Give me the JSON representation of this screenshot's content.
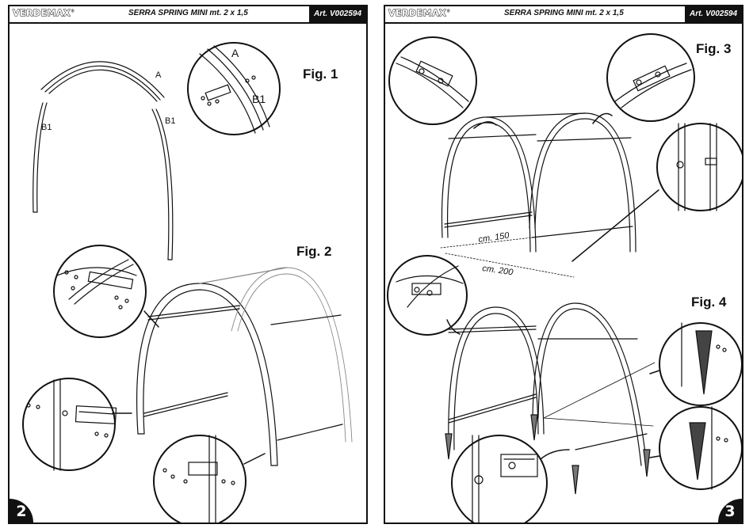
{
  "header": {
    "brand": "VERDEMAX",
    "brand_mark": "®",
    "title": "SERRA SPRING MINI mt. 2 x 1,5",
    "article": "Art. V002594"
  },
  "pages": {
    "left": {
      "number": "2",
      "fig1": {
        "label": "Fig. 1",
        "part_a": "A",
        "part_b1": "B1"
      },
      "fig2": {
        "label": "Fig. 2"
      }
    },
    "right": {
      "number": "3",
      "fig3": {
        "label": "Fig. 3",
        "dim_depth": "cm. 150",
        "dim_width": "cm. 200"
      },
      "fig4": {
        "label": "Fig. 4"
      }
    }
  }
}
